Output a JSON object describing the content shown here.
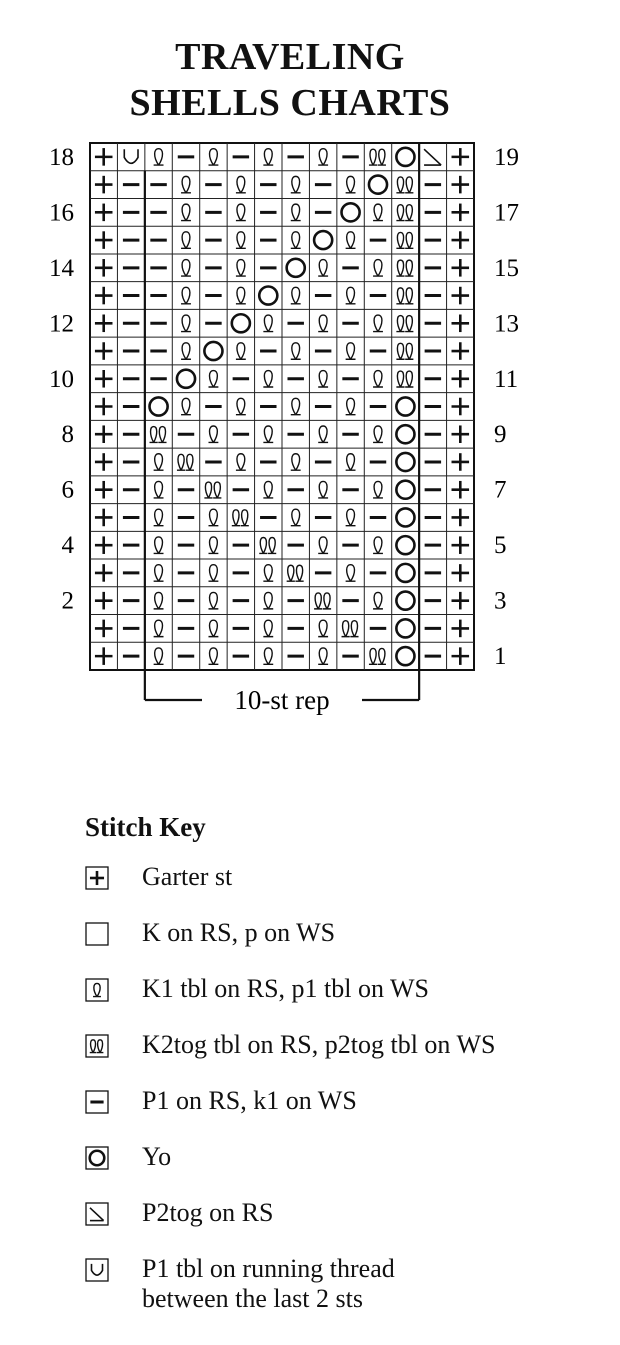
{
  "chart": {
    "title_line1": "TRAVELING",
    "title_line2": "SHELLS CHARTS",
    "repeat_label": "10-st rep",
    "left_row_numbers": [
      "18",
      "16",
      "14",
      "12",
      "10",
      "8",
      "6",
      "4",
      "2"
    ],
    "right_row_numbers": [
      "19",
      "17",
      "15",
      "13",
      "11",
      "9",
      "7",
      "5",
      "3",
      "1"
    ],
    "rows_top_to_bottom": [
      [
        "+",
        "U",
        "Q",
        "-",
        "Q",
        "-",
        "Q",
        "-",
        "Q",
        "-",
        "W",
        "O",
        "\\",
        "+"
      ],
      [
        "+",
        "-",
        "-",
        "Q",
        "-",
        "Q",
        "-",
        "Q",
        "-",
        "Q",
        "O",
        "W",
        "-",
        "+"
      ],
      [
        "+",
        "-",
        "-",
        "Q",
        "-",
        "Q",
        "-",
        "Q",
        "-",
        "O",
        "Q",
        "W",
        "-",
        "+"
      ],
      [
        "+",
        "-",
        "-",
        "Q",
        "-",
        "Q",
        "-",
        "Q",
        "O",
        "Q",
        "-",
        "W",
        "-",
        "+"
      ],
      [
        "+",
        "-",
        "-",
        "Q",
        "-",
        "Q",
        "-",
        "O",
        "Q",
        "-",
        "Q",
        "W",
        "-",
        "+"
      ],
      [
        "+",
        "-",
        "-",
        "Q",
        "-",
        "Q",
        "O",
        "Q",
        "-",
        "Q",
        "-",
        "W",
        "-",
        "+"
      ],
      [
        "+",
        "-",
        "-",
        "Q",
        "-",
        "O",
        "Q",
        "-",
        "Q",
        "-",
        "Q",
        "W",
        "-",
        "+"
      ],
      [
        "+",
        "-",
        "-",
        "Q",
        "O",
        "Q",
        "-",
        "Q",
        "-",
        "Q",
        "-",
        "W",
        "-",
        "+"
      ],
      [
        "+",
        "-",
        "-",
        "O",
        "Q",
        "-",
        "Q",
        "-",
        "Q",
        "-",
        "Q",
        "W",
        "-",
        "+"
      ],
      [
        "+",
        "-",
        "O",
        "Q",
        "-",
        "Q",
        "-",
        "Q",
        "-",
        "Q",
        "-",
        "O",
        "-",
        "+"
      ],
      [
        "+",
        "-",
        "W",
        "-",
        "Q",
        "-",
        "Q",
        "-",
        "Q",
        "-",
        "Q",
        "O",
        "-",
        "+"
      ],
      [
        "+",
        "-",
        "Q",
        "W",
        "-",
        "Q",
        "-",
        "Q",
        "-",
        "Q",
        "-",
        "O",
        "-",
        "+"
      ],
      [
        "+",
        "-",
        "Q",
        "-",
        "W",
        "-",
        "Q",
        "-",
        "Q",
        "-",
        "Q",
        "O",
        "-",
        "+"
      ],
      [
        "+",
        "-",
        "Q",
        "-",
        "Q",
        "W",
        "-",
        "Q",
        "-",
        "Q",
        "-",
        "O",
        "-",
        "+"
      ],
      [
        "+",
        "-",
        "Q",
        "-",
        "Q",
        "-",
        "W",
        "-",
        "Q",
        "-",
        "Q",
        "O",
        "-",
        "+"
      ],
      [
        "+",
        "-",
        "Q",
        "-",
        "Q",
        "-",
        "Q",
        "W",
        "-",
        "Q",
        "-",
        "O",
        "-",
        "+"
      ],
      [
        "+",
        "-",
        "Q",
        "-",
        "Q",
        "-",
        "Q",
        "-",
        "W",
        "-",
        "Q",
        "O",
        "-",
        "+"
      ],
      [
        "+",
        "-",
        "Q",
        "-",
        "Q",
        "-",
        "Q",
        "-",
        "Q",
        "W",
        "-",
        "O",
        "-",
        "+"
      ],
      [
        "+",
        "-",
        "Q",
        "-",
        "Q",
        "-",
        "Q",
        "-",
        "Q",
        "-",
        "W",
        "O",
        "-",
        "+"
      ]
    ]
  },
  "key": {
    "title": "Stitch Key",
    "items": [
      {
        "symbol": "+",
        "icon": "garter-st-icon",
        "label": "Garter st"
      },
      {
        "symbol": " ",
        "icon": "knit-icon",
        "label": "K on RS, p on WS"
      },
      {
        "symbol": "Q",
        "icon": "k1-tbl-icon",
        "label": "K1 tbl on RS, p1 tbl on WS"
      },
      {
        "symbol": "W",
        "icon": "k2tog-tbl-icon",
        "label": "K2tog tbl on RS, p2tog tbl on WS"
      },
      {
        "symbol": "-",
        "icon": "purl-icon",
        "label": "P1 on RS, k1 on WS"
      },
      {
        "symbol": "O",
        "icon": "yo-icon",
        "label": "Yo"
      },
      {
        "symbol": "\\",
        "icon": "p2tog-icon",
        "label": "P2tog on RS"
      },
      {
        "symbol": "U",
        "icon": "p1-tbl-running-thread-icon",
        "label": "P1 tbl on running thread\nbetween the last 2 sts"
      }
    ]
  }
}
